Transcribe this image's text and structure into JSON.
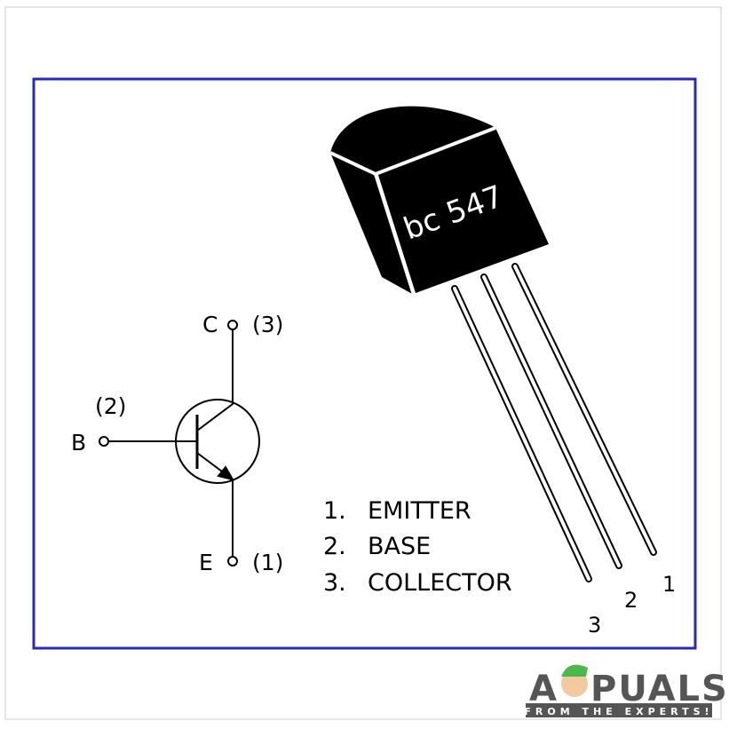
{
  "symbol": {
    "collector_label": "C",
    "collector_pin": "(3)",
    "base_label": "B",
    "base_pin": "(2)",
    "emitter_label": "E",
    "emitter_pin": "(1)"
  },
  "package": {
    "marking": "bc 547",
    "pin_numbers": [
      "1",
      "2",
      "3"
    ]
  },
  "legend": [
    {
      "num": "1.",
      "name": "EMITTER"
    },
    {
      "num": "2.",
      "name": "BASE"
    },
    {
      "num": "3.",
      "name": "COLLECTOR"
    }
  ],
  "watermark": {
    "brand": "APPUALS",
    "tagline": "FROM THE EXPERTS!"
  },
  "colors": {
    "frame": "#2a2ab8",
    "ink": "#000000",
    "logo": "#555555"
  }
}
